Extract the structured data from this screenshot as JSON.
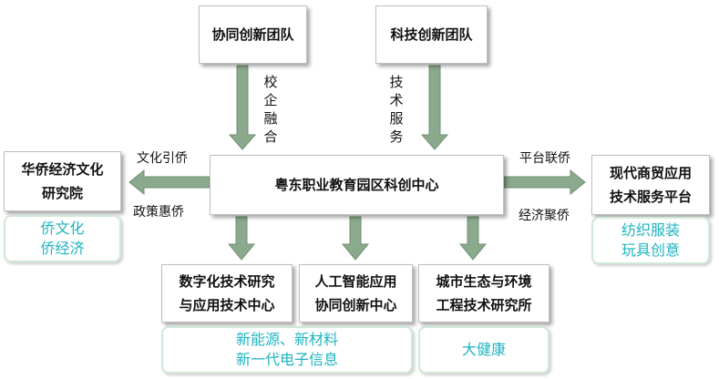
{
  "nodes": {
    "top_left": "协同创新团队",
    "top_right": "科技创新团队",
    "center": "粤东职业教育园区科创中心",
    "left": "华侨经济文化\n研究院",
    "right": "现代商贸应用\n技术服务平台",
    "bottom_1": "数字化技术研究\n与应用技术中心",
    "bottom_2": "人工智能应用\n协同创新中心",
    "bottom_3": "城市生态与环境\n工程技术研究所"
  },
  "tags": {
    "left": "侨文化\n侨经济",
    "right": "纺织服装\n玩具创意",
    "bottom_left": "新能源、新材料\n新一代电子信息",
    "bottom_right": "大健康"
  },
  "edge_labels": {
    "top_left": "校企融合",
    "top_right": "技术服务",
    "left_top": "文化引侨",
    "left_bottom": "政策惠侨",
    "right_top": "平台联侨",
    "right_bottom": "经济聚侨"
  },
  "colors": {
    "arrow_fill": "#8ba98d",
    "arrow_stroke": "#6f8f72",
    "tag_text": "#1eb4c0",
    "tag_border": "#cfe9d6"
  }
}
